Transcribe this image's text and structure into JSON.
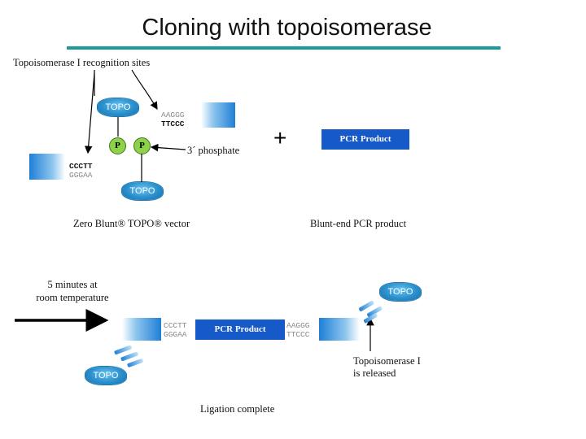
{
  "title": "Cloning with topoisomerase",
  "labels": {
    "recognition_sites": "Topoisomerase I recognition sites",
    "phosphate": "3´ phosphate",
    "plus": "+",
    "vector": "Zero Blunt® TOPO® vector",
    "blunt_product": "Blunt-end PCR product",
    "incubation_line1": "5 minutes at",
    "incubation_line2": "room temperature",
    "released_line1": "Topoisomerase I",
    "released_line2": "is released",
    "ligation": "Ligation complete"
  },
  "topo_label": "TOPO",
  "phosphate_badge": "P",
  "pcr_product": "PCR Product",
  "sequences": {
    "right_end_top": "AAGGG",
    "right_end_bottom": "TTCCC",
    "left_end_top": "CCCTT",
    "left_end_bottom": "GGGAA",
    "ligated_left_top": "CCCTT",
    "ligated_left_bottom": "GGGAA",
    "ligated_right_top": "AAGGG",
    "ligated_right_bottom": "TTCCC"
  },
  "colors": {
    "title_rule": "#1a9a9a",
    "topo": "#2a8fcc",
    "phosphate": "#8dd24a",
    "pcr_box": "#1659c8"
  }
}
